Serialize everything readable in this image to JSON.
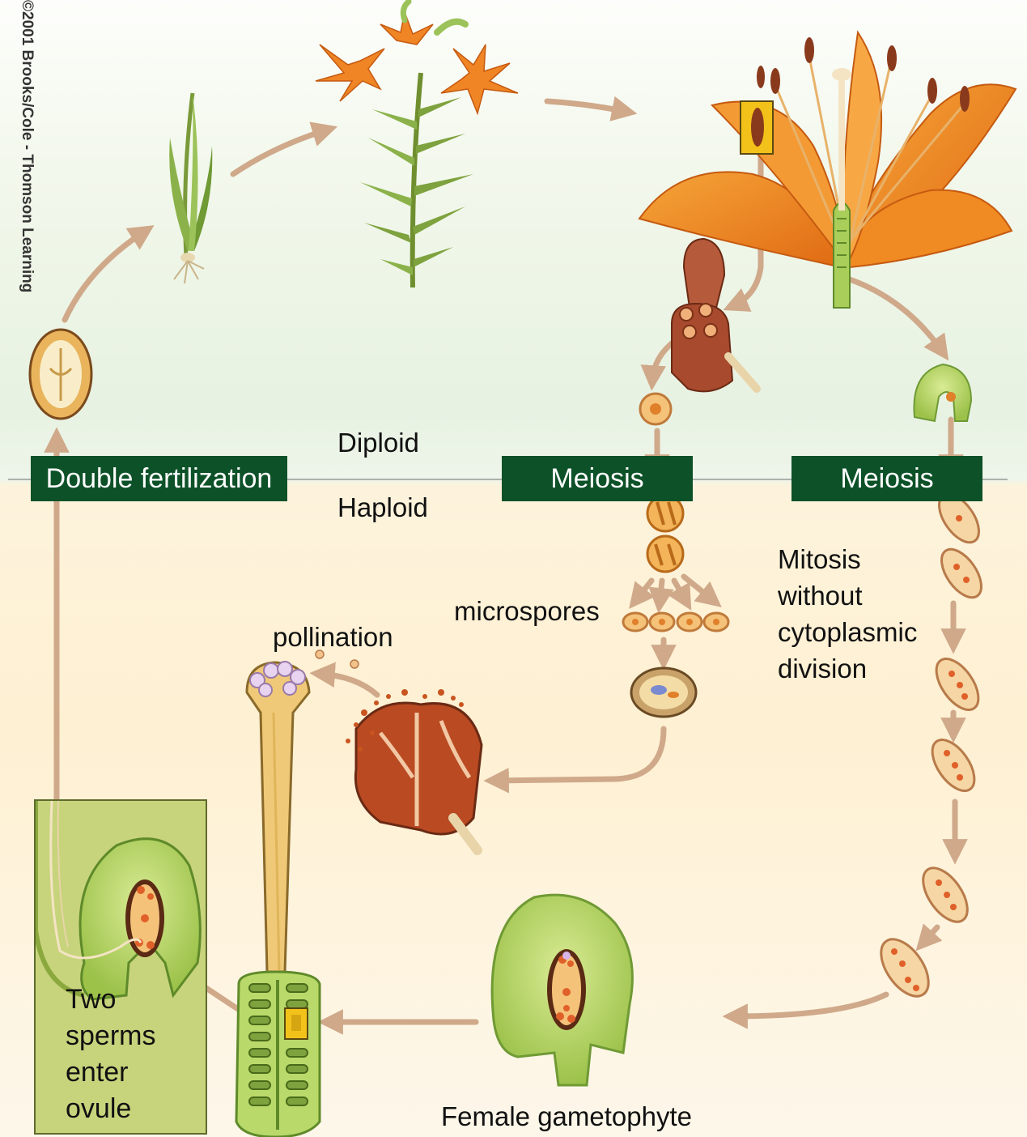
{
  "colors": {
    "stage_box": "#0d5128",
    "stage_text": "#ffffff",
    "arrow": "#cfa98a",
    "diploid_bg": "#e7f2e2",
    "haploid_bg": "#fef0d2",
    "petal": "#f08a22",
    "ovule_green": "#b9d96a",
    "pollen": "#c9541f"
  },
  "copyright": "©2001 Brooks/Cole - Thomson Learning",
  "stages": {
    "double_fertilization": "Double fertilization",
    "meiosis_left": "Meiosis",
    "meiosis_right": "Meiosis"
  },
  "labels": {
    "diploid": "Diploid",
    "haploid": "Haploid",
    "microspores": "microspores",
    "pollination": "pollination",
    "mitosis_line1": "Mitosis",
    "mitosis_line2": "without",
    "mitosis_line3": "cytoplasmic",
    "mitosis_line4": "division",
    "two_sperms_line1": "Two",
    "two_sperms_line2": "sperms",
    "two_sperms_line3": "enter",
    "two_sperms_line4": "ovule",
    "female_gametophyte": "Female gametophyte"
  },
  "icons": {
    "seed": "seed-icon",
    "seedling": "seedling-icon",
    "lily_plant": "lily-plant-icon",
    "flower": "lily-flower-icon",
    "anther": "anther-icon",
    "ovule": "ovule-icon",
    "pollen_grain": "pollen-grain-icon",
    "pistil": "pistil-icon"
  }
}
